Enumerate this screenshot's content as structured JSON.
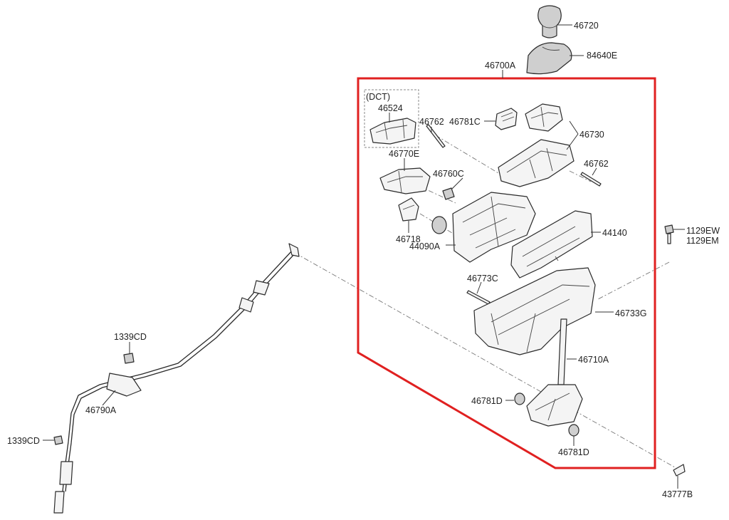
{
  "colors": {
    "assembly_border": "#e02020",
    "ink": "#222222",
    "leader": "#333333"
  },
  "labels": {
    "p46720": "46720",
    "p84640E": "84640E",
    "p46700A": "46700A",
    "dct": "(DCT)",
    "p46524": "46524",
    "p46762a": "46762",
    "p46781C": "46781C",
    "p46730": "46730",
    "p46770E": "46770E",
    "p46762b": "46762",
    "p46760C": "46760C",
    "p44140": "44140",
    "p1129EW": "1129EW",
    "p1129EM": "1129EM",
    "p46718": "46718",
    "p44090A": "44090A",
    "p46773C": "46773C",
    "p46733G": "46733G",
    "p1339CDa": "1339CD",
    "p46710A": "46710A",
    "p46790A": "46790A",
    "p46781Da": "46781D",
    "p1339CDb": "1339CD",
    "p46781Db": "46781D",
    "p43777B": "43777B"
  }
}
